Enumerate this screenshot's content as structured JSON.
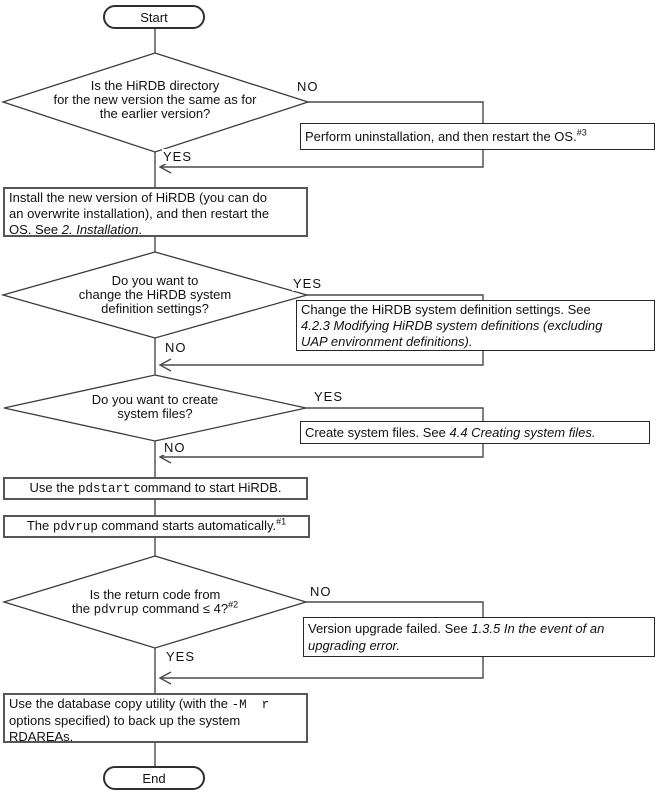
{
  "colors": {
    "background": "#ffffff",
    "line": "#4a4a4a",
    "text": "#111111",
    "box_fill": "#ffffff"
  },
  "terminators": {
    "start": "Start",
    "end": "End"
  },
  "branch_labels": {
    "d1_no": "NO",
    "d1_yes": "YES",
    "d2_yes": "YES",
    "d2_no": "NO",
    "d3_yes": "YES",
    "d3_no": "NO",
    "d4_no": "NO",
    "d4_yes": "YES"
  },
  "decisions": {
    "directory_same": {
      "lines": [
        [
          {
            "t": "Is the HiRDB directory"
          }
        ],
        [
          {
            "t": "for the new version the same as for"
          }
        ],
        [
          {
            "t": "the earlier version?"
          }
        ]
      ]
    },
    "change_definitions": {
      "lines": [
        [
          {
            "t": "Do you want to"
          }
        ],
        [
          {
            "t": "change the HiRDB system"
          }
        ],
        [
          {
            "t": "definition settings?"
          }
        ]
      ]
    },
    "create_system_files": {
      "lines": [
        [
          {
            "t": "Do you want to create"
          }
        ],
        [
          {
            "t": "system files?"
          }
        ]
      ]
    },
    "return_code": {
      "lines": [
        [
          {
            "t": "Is the return code from"
          }
        ],
        [
          {
            "t": "the "
          },
          {
            "t": "pdvrup",
            "s": "mono"
          },
          {
            "t": " command ≤ 4?"
          },
          {
            "t": "#2",
            "s": "sup"
          }
        ]
      ]
    }
  },
  "processes": {
    "uninstall": {
      "lines": [
        [
          {
            "t": "Perform uninstallation, and then restart the OS."
          },
          {
            "t": "#3",
            "s": "sup"
          }
        ]
      ]
    },
    "install": {
      "lines": [
        [
          {
            "t": "Install the new version of HiRDB (you can do"
          }
        ],
        [
          {
            "t": "an overwrite installation), and then restart the"
          }
        ],
        [
          {
            "t": "OS. See "
          },
          {
            "t": "2. Installation",
            "s": "it"
          },
          {
            "t": "."
          }
        ]
      ]
    },
    "change_settings": {
      "lines": [
        [
          {
            "t": "Change the HiRDB system definition settings. See"
          }
        ],
        [
          {
            "t": "4.2.3 Modifying HiRDB system definitions (excluding",
            "s": "it"
          }
        ],
        [
          {
            "t": "UAP environment definitions).",
            "s": "it"
          }
        ]
      ]
    },
    "create_files": {
      "lines": [
        [
          {
            "t": "Create system files. See "
          },
          {
            "t": "4.4 Creating system files.",
            "s": "it"
          }
        ]
      ]
    },
    "pdstart": {
      "lines": [
        [
          {
            "t": "Use the "
          },
          {
            "t": "pdstart",
            "s": "mono"
          },
          {
            "t": " command to start HiRDB."
          }
        ]
      ]
    },
    "pdvrup": {
      "lines": [
        [
          {
            "t": "The "
          },
          {
            "t": "pdvrup",
            "s": "mono"
          },
          {
            "t": " command starts automatically."
          },
          {
            "t": "#1",
            "s": "sup"
          }
        ]
      ]
    },
    "upgrade_failed": {
      "lines": [
        [
          {
            "t": "Version upgrade failed. See "
          },
          {
            "t": "1.3.5 In the event of an",
            "s": "it"
          }
        ],
        [
          {
            "t": "upgrading error.",
            "s": "it"
          }
        ]
      ]
    },
    "backup": {
      "lines": [
        [
          {
            "t": "Use the database copy utility (with the "
          },
          {
            "t": "-M  r",
            "s": "mono"
          }
        ],
        [
          {
            "t": "options specified) to back up the system"
          }
        ],
        [
          {
            "t": "RDAREAs."
          }
        ]
      ]
    }
  }
}
